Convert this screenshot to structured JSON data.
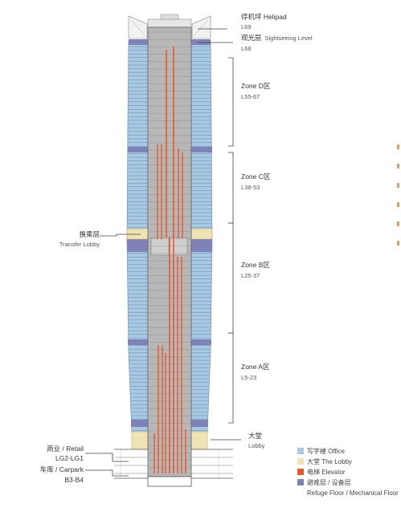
{
  "labels": {
    "helipad": {
      "cn": "停机坪 Helipad",
      "level": "L69"
    },
    "sightseeing": {
      "cn": "观光层",
      "en": "Sightseeing Level",
      "level": "L68"
    },
    "zone_d": {
      "name": "Zone D区",
      "range": "L55-67"
    },
    "zone_c": {
      "name": "Zone C区",
      "range": "L38-53"
    },
    "zone_b": {
      "name": "Zone B区",
      "range": "L25-37"
    },
    "zone_a": {
      "name": "Zone A区",
      "range": "L5-23"
    },
    "transfer": {
      "cn": "换乘层",
      "en": "Transfer Lobby"
    },
    "lobby": {
      "cn": "大堂",
      "en": "Lobby"
    },
    "retail": {
      "cn": "商业 / Retail",
      "range": "LG2-LG1"
    },
    "carpark": {
      "cn": "车库 / Carpark",
      "range": "B3-B4"
    }
  },
  "legend": [
    {
      "label": "写字楼  Office",
      "color": "#a9c8e2"
    },
    {
      "label": "大堂  The Lobby",
      "color": "#efe3b3"
    },
    {
      "label": "电梯  Elevator",
      "color": "#e8572a"
    },
    {
      "label": "避难层 / 设备层",
      "label2": "Refuge Floor / Mechanical Floor",
      "color": "#7e82b8"
    }
  ],
  "colors": {
    "office": "#a9c8e2",
    "office_line": "#5b8cb8",
    "lobby": "#efe3b3",
    "elevator": "#e8572a",
    "refuge": "#7e82b8",
    "core": "#b7b7b7"
  }
}
